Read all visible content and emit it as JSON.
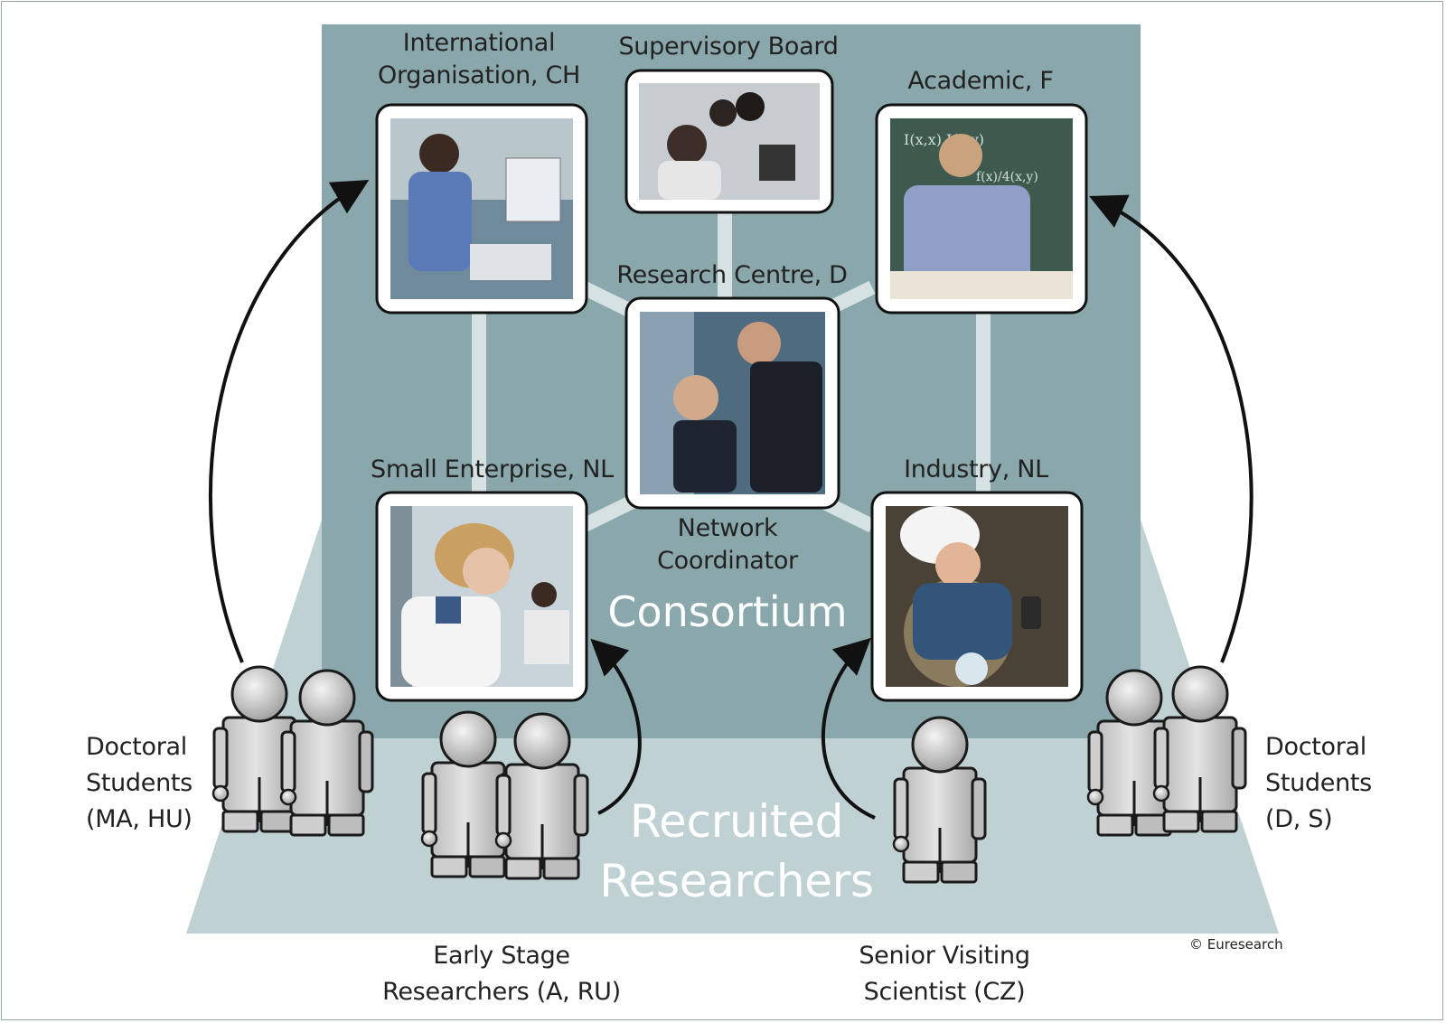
{
  "nodes": {
    "international": {
      "label": "International Organisation, CH",
      "line1": "International",
      "line2": "Organisation, CH"
    },
    "supervisory": {
      "label": "Supervisory Board"
    },
    "academic": {
      "label": "Academic, F"
    },
    "research_centre": {
      "label": "Research Centre, D"
    },
    "small_enterprise": {
      "label": "Small Enterprise, NL"
    },
    "industry": {
      "label": "Industry, NL"
    }
  },
  "center": {
    "line1": "Network",
    "line2": "Coordinator"
  },
  "consortium": {
    "label": "Consortium"
  },
  "recruited": {
    "line1": "Recruited",
    "line2": "Researchers"
  },
  "groups": {
    "doctoral_left": {
      "line1": "Doctoral",
      "line2": "Students",
      "line3": "(MA, HU)"
    },
    "early_stage": {
      "line1": "Early Stage",
      "line2": "Researchers (A, RU)"
    },
    "senior_visiting": {
      "line1": "Senior Visiting",
      "line2": "Scientist (CZ)"
    },
    "doctoral_right": {
      "line1": "Doctoral",
      "line2": "Students",
      "line3": "(D, S)"
    }
  },
  "copyright": "© Euresearch",
  "colors": {
    "consortium_panel": "#8aa7ab",
    "floor": "#bfd1d3",
    "connector": "#d6e1e2",
    "arrow": "#111111",
    "person_fill": "#d6d6d6",
    "person_stroke": "#1a1a1a"
  },
  "icons": {
    "photo_international": "person-at-computer-photo",
    "photo_supervisory": "meeting-with-laptop-photo",
    "photo_academic": "academic-at-blackboard-photo",
    "photo_research_centre": "two-men-discussing-photo",
    "photo_small_enterprise": "lab-scientist-photo",
    "photo_industry": "engineer-with-hardhat-photo",
    "person": "person-figure-icon"
  }
}
